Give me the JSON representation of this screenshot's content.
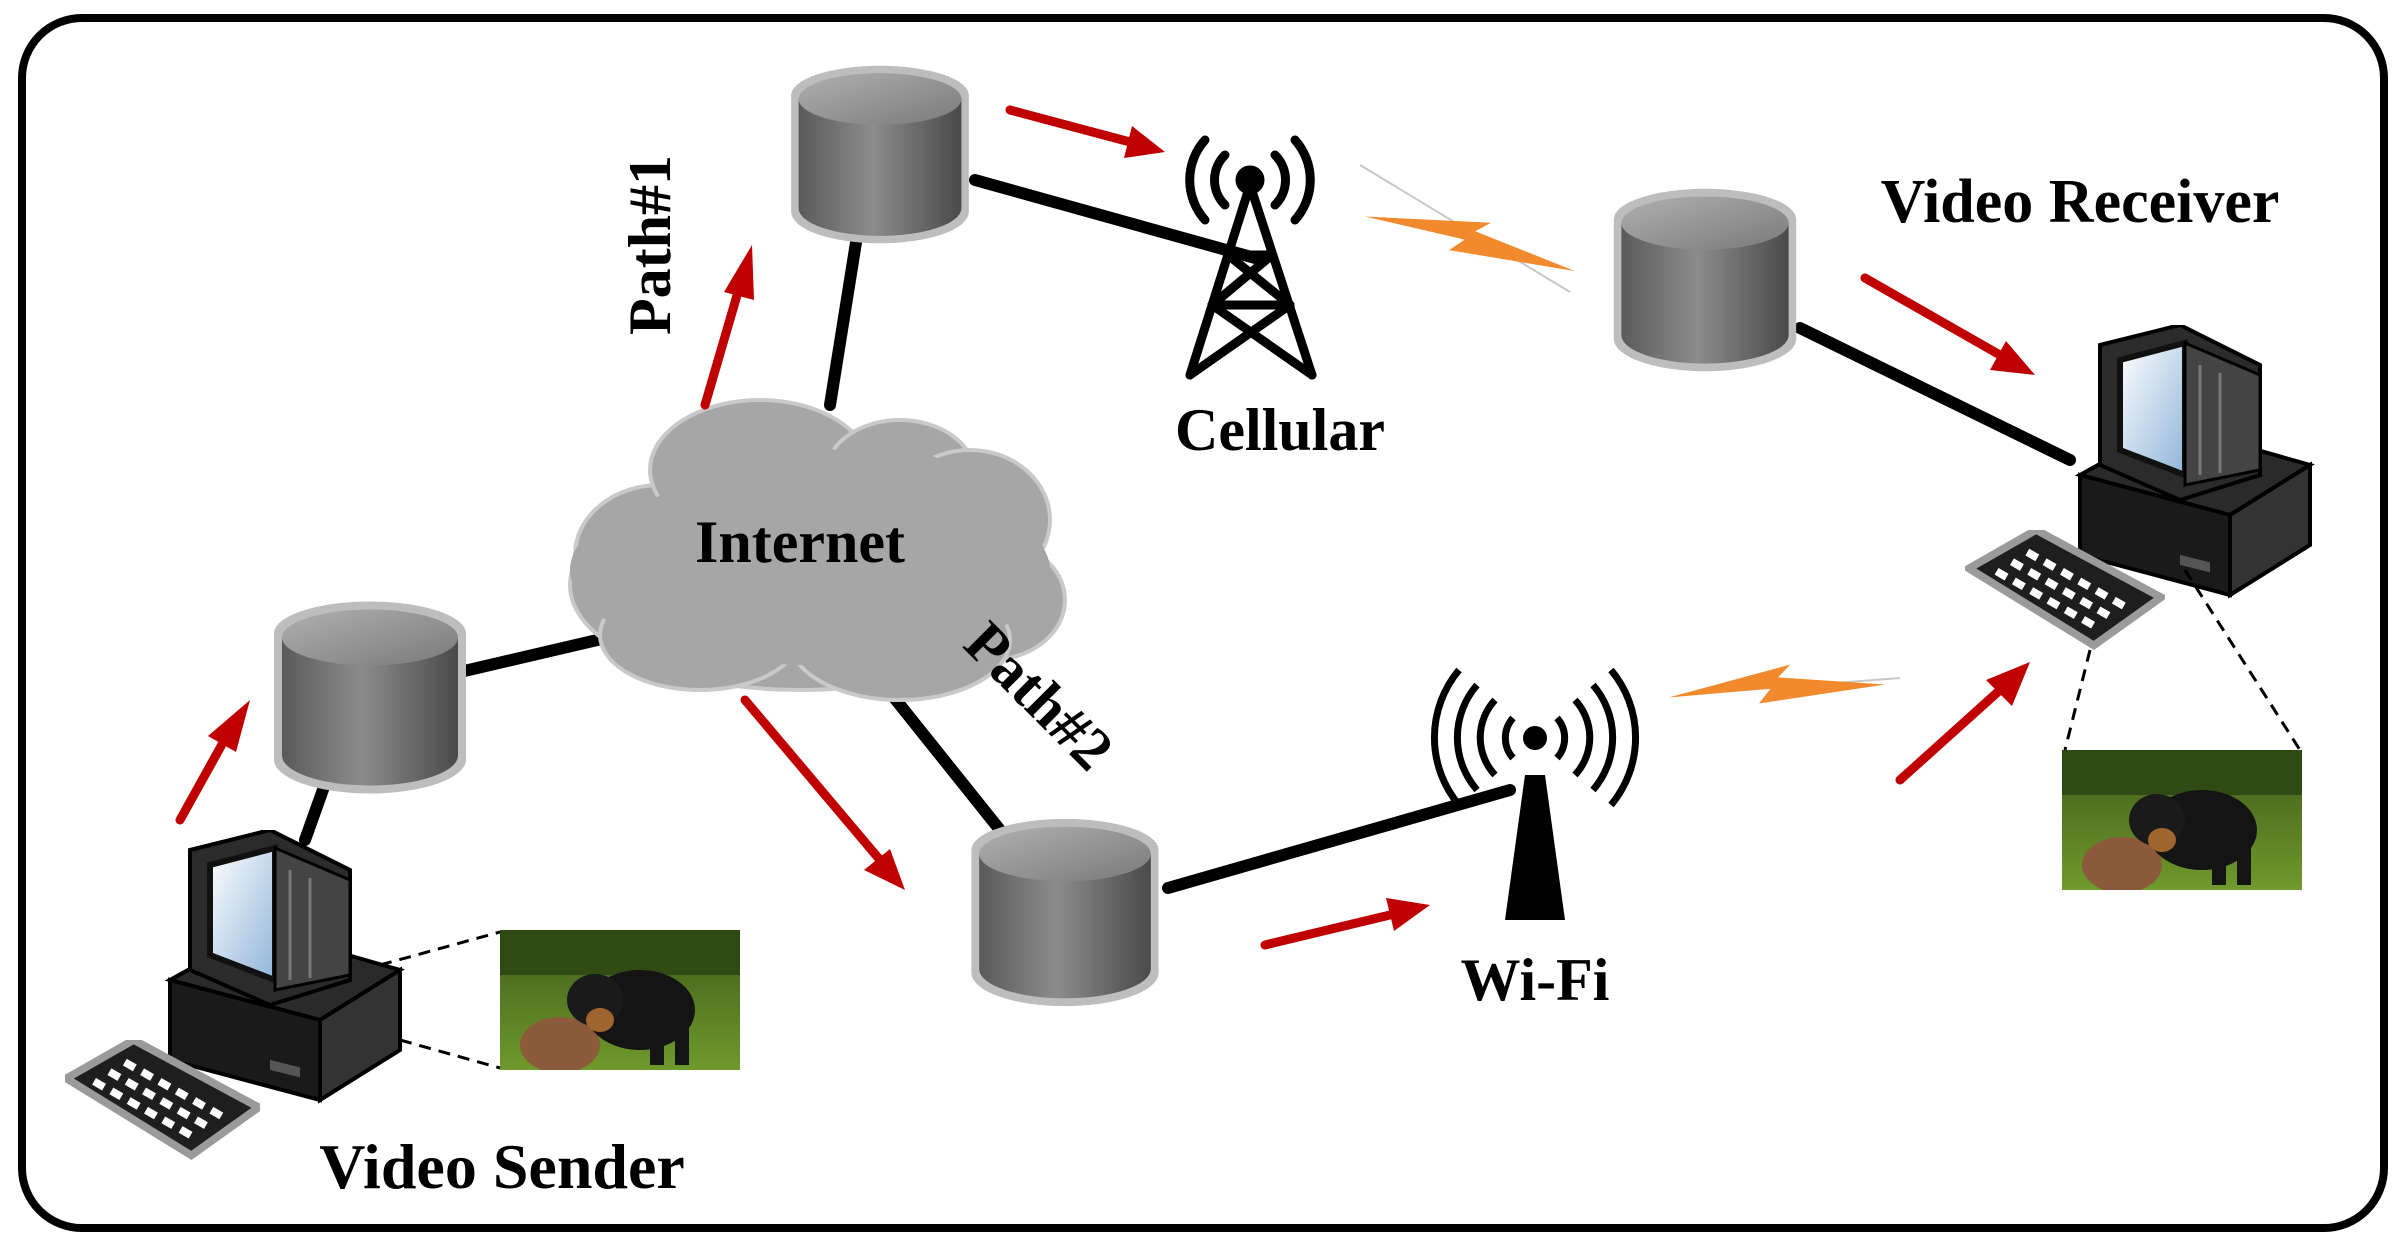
{
  "labels": {
    "internet": "Internet",
    "cellular": "Cellular",
    "wifi": "Wi-Fi",
    "path1": "Path#1",
    "path2": "Path#2",
    "video_sender": "Video Sender",
    "video_receiver": "Video Receiver"
  },
  "colors": {
    "arrow": "#c00000",
    "wireless_bolt": "#f08a2c",
    "link": "#000000",
    "node_dark": "#444444",
    "node_light": "#a8a8a8",
    "cloud": "#a6a6a6",
    "frame": "#000000"
  },
  "icons": [
    "router-icon",
    "cell-tower-icon",
    "wifi-antenna-icon",
    "computer-icon",
    "keyboard-icon",
    "cloud-icon",
    "lightning-bolt-icon",
    "arrow-icon",
    "video-frame-thumbnail"
  ]
}
